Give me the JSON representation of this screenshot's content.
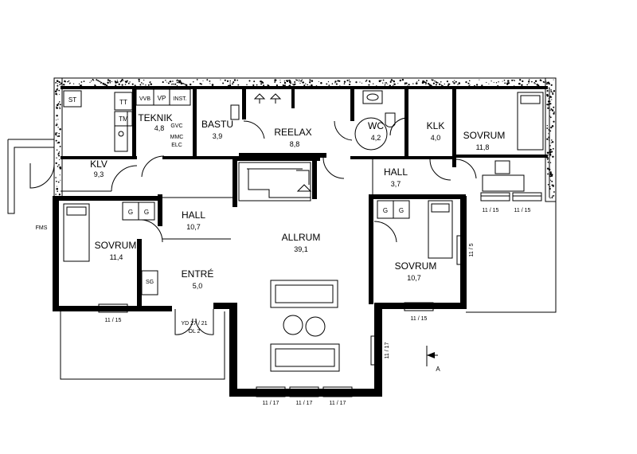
{
  "rooms": [
    {
      "key": "klv",
      "name": "KLV",
      "area": "9,3"
    },
    {
      "key": "teknik",
      "name": "TEKNIK",
      "area": "4,8"
    },
    {
      "key": "bastu",
      "name": "BASTU",
      "area": "3,9"
    },
    {
      "key": "reelax",
      "name": "REELAX",
      "area": "8,8"
    },
    {
      "key": "wc",
      "name": "WC",
      "area": "4,2"
    },
    {
      "key": "klk",
      "name": "KLK",
      "area": "4,0"
    },
    {
      "key": "sovrum_ne",
      "name": "SOVRUM",
      "area": "11,8"
    },
    {
      "key": "hall_e",
      "name": "HALL",
      "area": "3,7"
    },
    {
      "key": "sovrum_w",
      "name": "SOVRUM",
      "area": "11,4"
    },
    {
      "key": "hall_c",
      "name": "HALL",
      "area": "10,7"
    },
    {
      "key": "allrum",
      "name": "ALLRUM",
      "area": "39,1"
    },
    {
      "key": "entre",
      "name": "ENTRÉ",
      "area": "5,0"
    },
    {
      "key": "sovrum_e",
      "name": "SOVRUM",
      "area": "10,7"
    }
  ],
  "fixtures": {
    "st": "ST",
    "tt": "TT",
    "tm": "TM",
    "vvb": "VVB",
    "vp": "VP",
    "inst": "INST.",
    "gvc": "GVC",
    "mmc": "MMC",
    "elc": "ELC",
    "g": "G",
    "sg": "SG",
    "fms": "FMS"
  },
  "windows": {
    "w1115": "11 / 15",
    "w1117": "11 / 17",
    "w115": "11 / 5"
  },
  "entrance_door": {
    "line1": "YD 27 / 21",
    "line2": "ÖL 2"
  },
  "section_marker": "A"
}
